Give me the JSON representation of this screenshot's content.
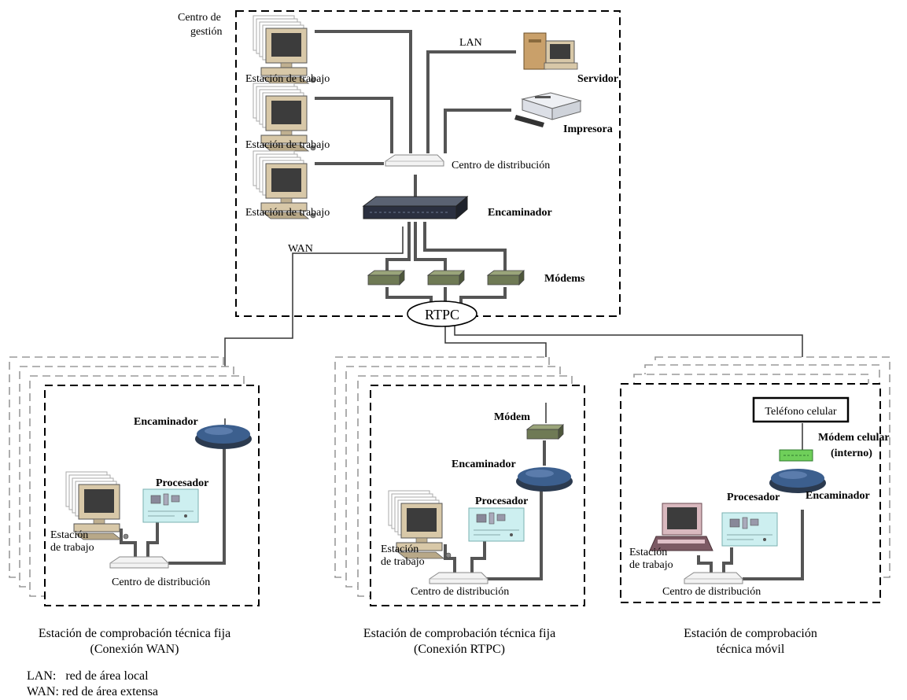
{
  "central": {
    "title_line1": "Centro de",
    "title_line2": "gestión",
    "workstation_1": "Estación de trabajo",
    "workstation_2": "Estación de trabajo",
    "workstation_3": "Estación de trabajo",
    "lan": "LAN",
    "server": "Servidor",
    "printer": "Impresora",
    "hub": "Centro de distribución",
    "router": "Encaminador",
    "wan": "WAN",
    "modems": "Módems",
    "rtpc": "RTPC"
  },
  "station_wan": {
    "router": "Encaminador",
    "processor": "Procesador",
    "workstation_line1": "Estación",
    "workstation_line2": "de trabajo",
    "hub": "Centro de distribución",
    "caption_line1": "Estación de comprobación técnica fija",
    "caption_line2": "(Conexión WAN)"
  },
  "station_rtpc": {
    "modem": "Módem",
    "router": "Encaminador",
    "processor": "Procesador",
    "workstation_line1": "Estación",
    "workstation_line2": "de trabajo",
    "hub": "Centro de distribución",
    "caption_line1": "Estación de comprobación técnica fija",
    "caption_line2": "(Conexión RTPC)"
  },
  "station_mobile": {
    "phone": "Teléfono celular",
    "cell_modem_line1": "Módem celular",
    "cell_modem_line2": "(interno)",
    "processor": "Procesador",
    "router": "Encaminador",
    "workstation_line1": "Estación",
    "workstation_line2": "de trabajo",
    "hub": "Centro de distribución",
    "caption_line1": "Estación de comprobación",
    "caption_line2": "técnica móvil"
  },
  "legend": {
    "lan": "LAN:   red de área local",
    "wan": "WAN: red de área extensa"
  },
  "colors": {
    "router_dark": "#2b3a4f",
    "router_blue": "#3c5f8e",
    "modem_green": "#6f7a55",
    "processor_cyan": "#cdeff0",
    "cell_modem_green": "#6fcf5a",
    "monitor_screen": "#3c3c3c",
    "computer_beige": "#d8c8a8"
  }
}
